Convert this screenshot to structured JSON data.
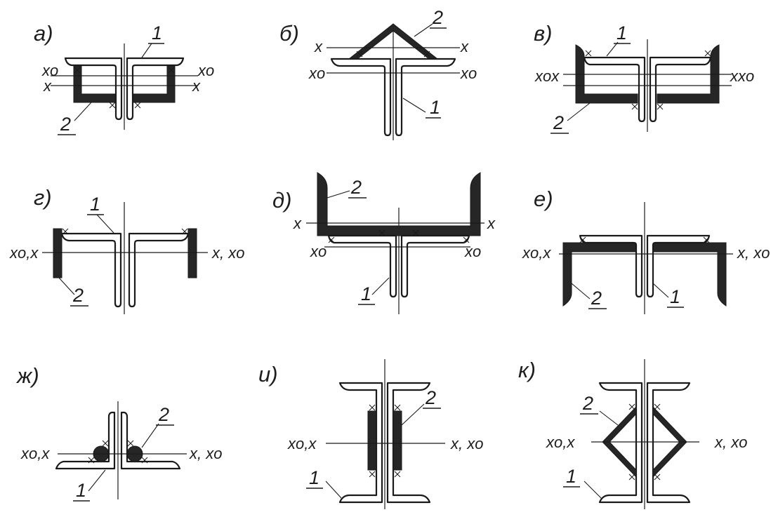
{
  "colors": {
    "ink": "#1a1a1a",
    "reinforcement_fill": "#262626",
    "background": "#ffffff"
  },
  "panels": [
    {
      "id": "a",
      "letter": "а)",
      "item_original": "1",
      "item_reinforcement": "2",
      "axis_labels": [
        "x",
        "xo",
        "x",
        "xo"
      ]
    },
    {
      "id": "b",
      "letter": "б)",
      "item_original": "1",
      "item_reinforcement": "2",
      "axis_labels": [
        "x",
        "x",
        "xo",
        "xo"
      ]
    },
    {
      "id": "v",
      "letter": "в)",
      "item_original": "1",
      "item_reinforcement": "2",
      "axis_labels": [
        "xox",
        "xxo"
      ]
    },
    {
      "id": "g",
      "letter": "г)",
      "item_original": "1",
      "item_reinforcement": "2",
      "axis_labels": [
        "xo,x",
        "x, xo"
      ]
    },
    {
      "id": "d",
      "letter": "д)",
      "item_original": "1",
      "item_reinforcement": "2",
      "axis_labels": [
        "x",
        "x",
        "xo",
        "xo"
      ]
    },
    {
      "id": "e",
      "letter": "е)",
      "item_original": "1",
      "item_reinforcement": "2",
      "axis_labels": [
        "xo,x",
        "x, xo"
      ]
    },
    {
      "id": "zh",
      "letter": "ж)",
      "item_original": "1",
      "item_reinforcement": "2",
      "axis_labels": [
        "xo,x",
        "x, xo"
      ]
    },
    {
      "id": "i",
      "letter": "и)",
      "item_original": "1",
      "item_reinforcement": "2",
      "axis_labels": [
        "xo,x",
        "x, xo"
      ]
    },
    {
      "id": "k",
      "letter": "к)",
      "item_original": "1",
      "item_reinforcement": "2",
      "axis_labels": [
        "xo,x",
        "x, xo"
      ]
    }
  ]
}
